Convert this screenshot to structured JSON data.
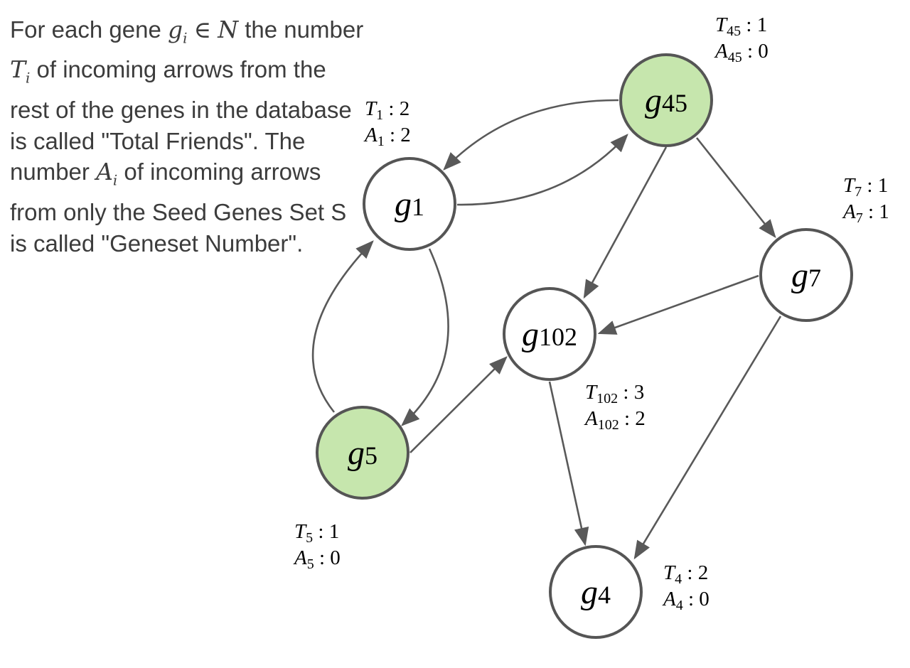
{
  "description": {
    "t1": "For each gene",
    "g": "g",
    "i": "i",
    "elem": "∈",
    "N": "N",
    "t2": "the number",
    "T": "T",
    "t3": "of incoming arrows from the rest of the genes in the database is called \"Total Friends\". The number",
    "A": "A",
    "t4": "of incoming arrows from only the Seed Genes Set S is called \"Geneset Number\"."
  },
  "colors": {
    "seed_fill": "#c6e6ad",
    "node_fill": "#ffffff",
    "edge": "#595959",
    "node_stroke": "#555555"
  },
  "nodes": [
    {
      "id": "g1",
      "letter": "g",
      "sub": "1",
      "seed": false,
      "T": "2",
      "A": "2"
    },
    {
      "id": "g45",
      "letter": "g",
      "sub": "45",
      "seed": true,
      "T": "1",
      "A": "0"
    },
    {
      "id": "g7",
      "letter": "g",
      "sub": "7",
      "seed": false,
      "T": "1",
      "A": "1"
    },
    {
      "id": "g102",
      "letter": "g",
      "sub": "102",
      "seed": false,
      "T": "3",
      "A": "2"
    },
    {
      "id": "g5",
      "letter": "g",
      "sub": "5",
      "seed": true,
      "T": "1",
      "A": "0"
    },
    {
      "id": "g4",
      "letter": "g",
      "sub": "4",
      "seed": false,
      "T": "2",
      "A": "0"
    }
  ],
  "edges": [
    {
      "from": "g45",
      "to": "g1"
    },
    {
      "from": "g1",
      "to": "g45"
    },
    {
      "from": "g45",
      "to": "g102"
    },
    {
      "from": "g45",
      "to": "g7"
    },
    {
      "from": "g1",
      "to": "g5"
    },
    {
      "from": "g5",
      "to": "g1"
    },
    {
      "from": "g7",
      "to": "g102"
    },
    {
      "from": "g7",
      "to": "g4"
    },
    {
      "from": "g5",
      "to": "g102"
    },
    {
      "from": "g102",
      "to": "g4"
    }
  ],
  "stat_labels": {
    "T": "T",
    "A": "A",
    "sep": ":"
  }
}
